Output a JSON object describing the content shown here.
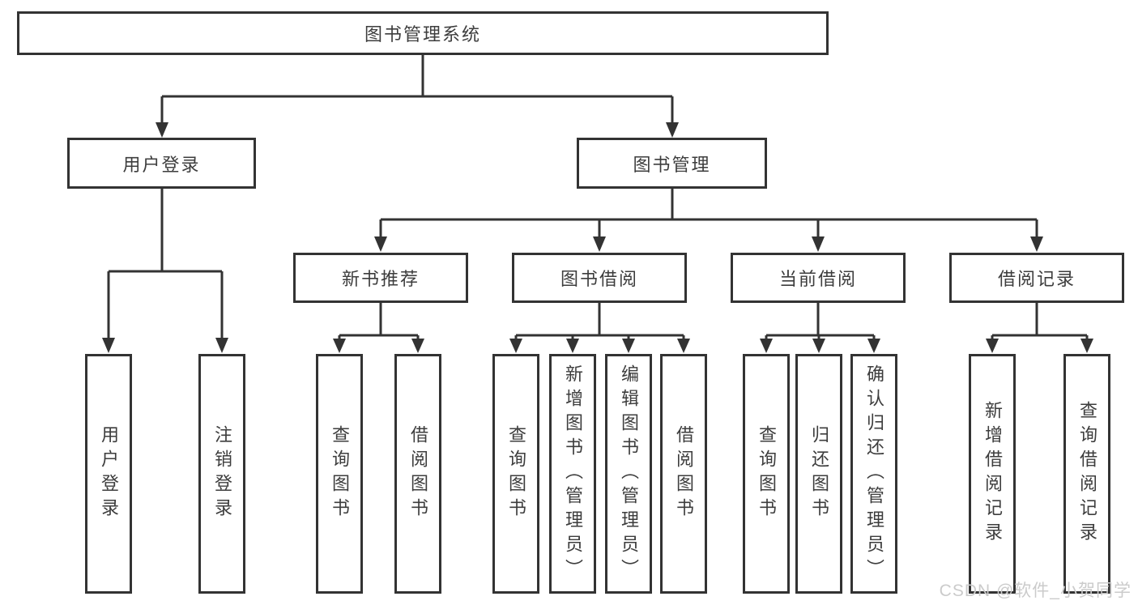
{
  "title": "图书管理系统",
  "tree": {
    "root": {
      "label": "图书管理系统"
    },
    "branches": [
      {
        "label": "用户登录",
        "children": [
          {
            "label": "用户登录"
          },
          {
            "label": "注销登录"
          }
        ]
      },
      {
        "label": "图书管理",
        "children": [
          {
            "label": "新书推荐",
            "children": [
              {
                "label": "查询图书"
              },
              {
                "label": "借阅图书"
              }
            ]
          },
          {
            "label": "图书借阅",
            "children": [
              {
                "label": "查询图书"
              },
              {
                "label": "新增图书（管理员）"
              },
              {
                "label": "编辑图书（管理员）"
              },
              {
                "label": "借阅图书"
              }
            ]
          },
          {
            "label": "当前借阅",
            "children": [
              {
                "label": "查询图书"
              },
              {
                "label": "归还图书"
              },
              {
                "label": "确认归还（管理员）"
              }
            ]
          },
          {
            "label": "借阅记录",
            "children": [
              {
                "label": "新增借阅记录"
              },
              {
                "label": "查询借阅记录"
              }
            ]
          }
        ]
      }
    ]
  },
  "watermark": {
    "text": "CSDN @软件_小贺同学"
  },
  "colors": {
    "line": "#333333",
    "text": "#3d3d3d",
    "watermark": "#cbcbcb",
    "background": "#ffffff"
  }
}
